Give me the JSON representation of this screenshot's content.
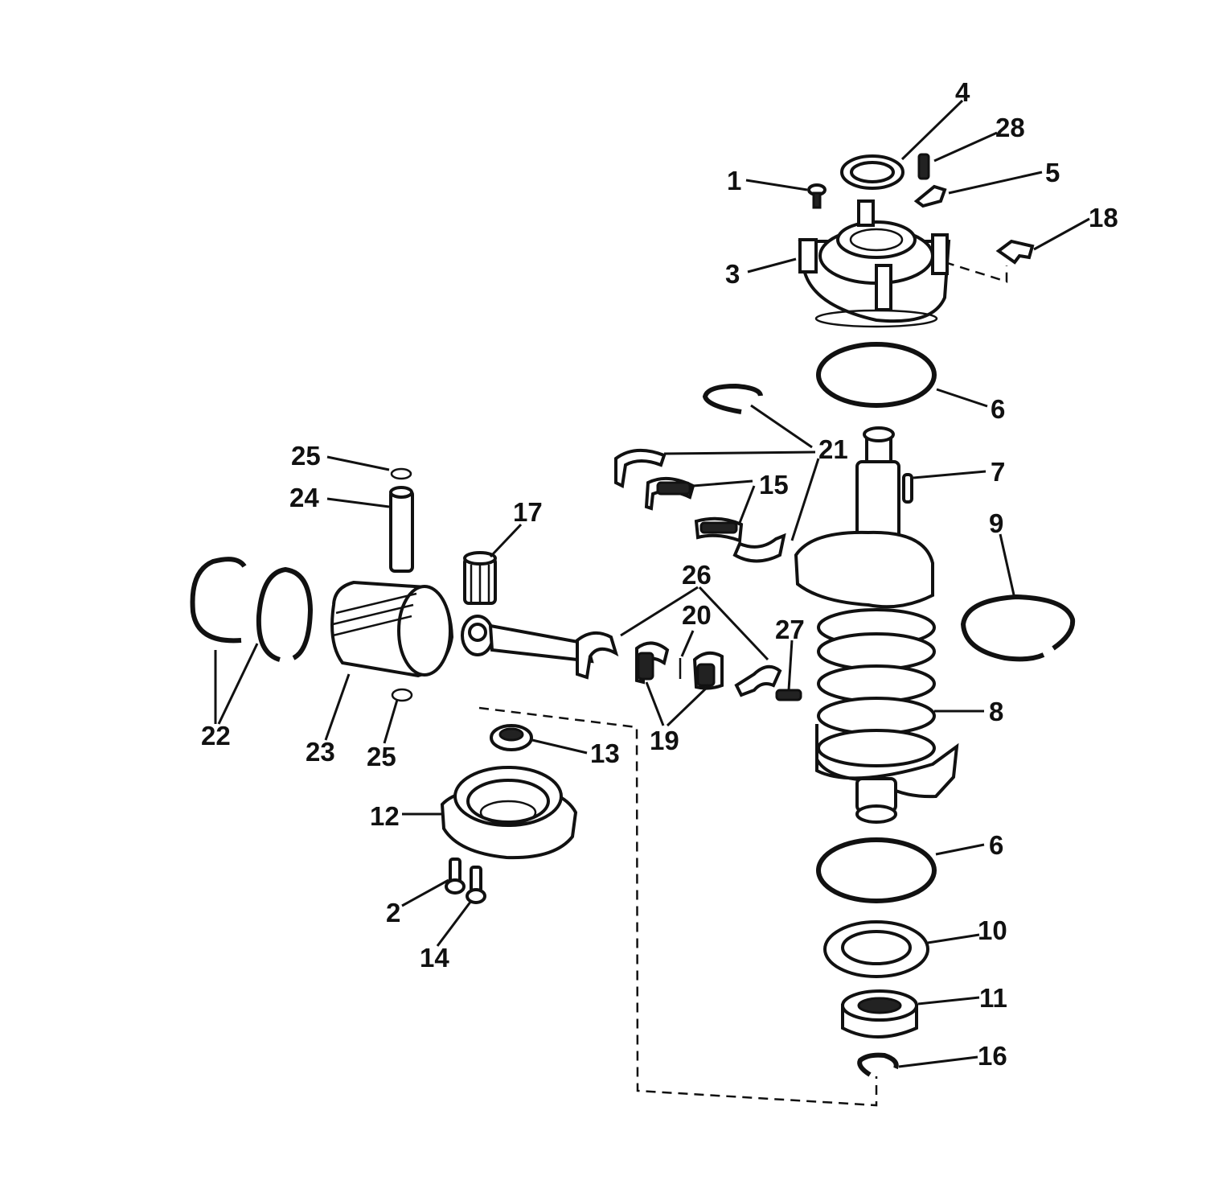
{
  "colors": {
    "ink": "#111111",
    "background": "#ffffff"
  },
  "callouts": [
    {
      "id": "c4",
      "text": "4"
    },
    {
      "id": "c28",
      "text": "28"
    },
    {
      "id": "c1",
      "text": "1"
    },
    {
      "id": "c5",
      "text": "5"
    },
    {
      "id": "c18",
      "text": "18"
    },
    {
      "id": "c3",
      "text": "3"
    },
    {
      "id": "c6a",
      "text": "6"
    },
    {
      "id": "c21",
      "text": "21"
    },
    {
      "id": "c7",
      "text": "7"
    },
    {
      "id": "c25a",
      "text": "25"
    },
    {
      "id": "c15",
      "text": "15"
    },
    {
      "id": "c24",
      "text": "24"
    },
    {
      "id": "c17",
      "text": "17"
    },
    {
      "id": "c9",
      "text": "9"
    },
    {
      "id": "c26",
      "text": "26"
    },
    {
      "id": "c20",
      "text": "20"
    },
    {
      "id": "c27",
      "text": "27"
    },
    {
      "id": "c8",
      "text": "8"
    },
    {
      "id": "c22",
      "text": "22"
    },
    {
      "id": "c23",
      "text": "23"
    },
    {
      "id": "c25b",
      "text": "25"
    },
    {
      "id": "c19",
      "text": "19"
    },
    {
      "id": "c13",
      "text": "13"
    },
    {
      "id": "c12",
      "text": "12"
    },
    {
      "id": "c6b",
      "text": "6"
    },
    {
      "id": "c2",
      "text": "2"
    },
    {
      "id": "c10",
      "text": "10"
    },
    {
      "id": "c14",
      "text": "14"
    },
    {
      "id": "c11",
      "text": "11"
    },
    {
      "id": "c16",
      "text": "16"
    }
  ]
}
